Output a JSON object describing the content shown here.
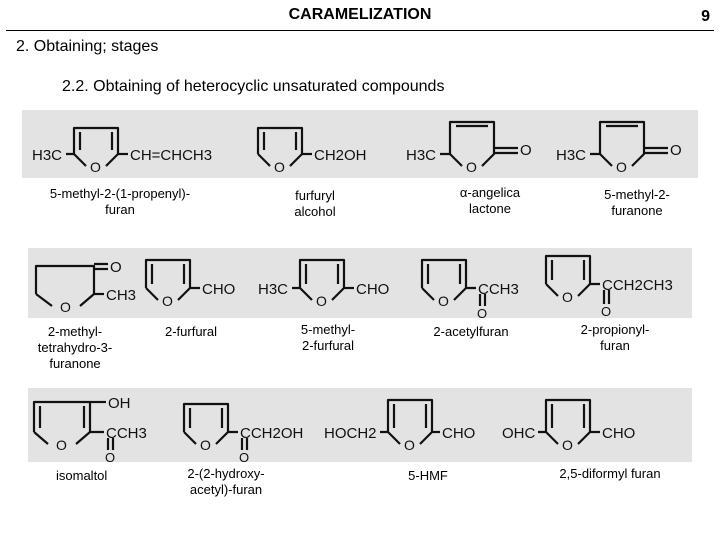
{
  "header": {
    "title": "CARAMELIZATION",
    "page_number": "9"
  },
  "section": "2. Obtaining; stages",
  "subsection": "2.2. Obtaining of heterocyclic unsaturated compounds",
  "row1": {
    "captions": [
      "5-methyl-2-(1-propenyl)-\nfuran",
      "furfuryl\nalcohol",
      "α-angelica\nlactone",
      "5-methyl-2-\nfuranone"
    ],
    "formulas": {
      "m1_left": "H3C",
      "m1_right": "CH=CHCH3",
      "m2_right": "CH2OH",
      "m3_left": "H3C",
      "m4_left": "H3C",
      "ring_o": "O",
      "carbonyl_o": "O"
    }
  },
  "row2": {
    "captions": [
      "2-methyl-\ntetrahydro-3-\nfuranone",
      "2-furfural",
      "5-methyl-\n2-furfural",
      "2-acetylfuran",
      "2-propionyl-\nfuran"
    ],
    "formulas": {
      "m1_right": "CH3",
      "m2_right": "CHO",
      "m3_left": "H3C",
      "m3_right": "CHO",
      "m4_right": "CCH3",
      "m5_right": "CCH2CH3",
      "ring_o": "O",
      "carbonyl_o": "O"
    }
  },
  "row3": {
    "captions": [
      "isomaltol",
      "2-(2-hydroxy-\nacetyl)-furan",
      "5-HMF",
      "2,5-diformyl furan"
    ],
    "formulas": {
      "m1_oh": "OH",
      "m1_right": "CCH3",
      "m2_right": "CCH2OH",
      "m3_left": "HOCH2",
      "m3_right": "CHO",
      "m4_left": "OHC",
      "m4_right": "CHO",
      "ring_o": "O",
      "carbonyl_o": "O"
    }
  }
}
